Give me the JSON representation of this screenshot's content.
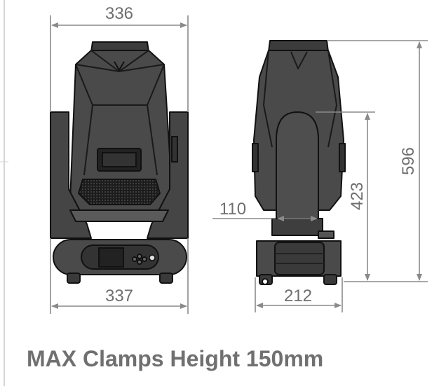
{
  "diagram": {
    "front_view": {
      "top_width": "336",
      "base_width": "337"
    },
    "side_view": {
      "total_height": "596",
      "arm_height": "423",
      "yoke_width": "110",
      "base_depth": "212"
    },
    "caption": "MAX Clamps Height 150mm",
    "colors": {
      "body": "#4a4a4a",
      "body_dark": "#2e2e2e",
      "outline": "#111111",
      "dimension_line": "#8a8a8a",
      "dimension_text": "#6f6f6f"
    }
  }
}
